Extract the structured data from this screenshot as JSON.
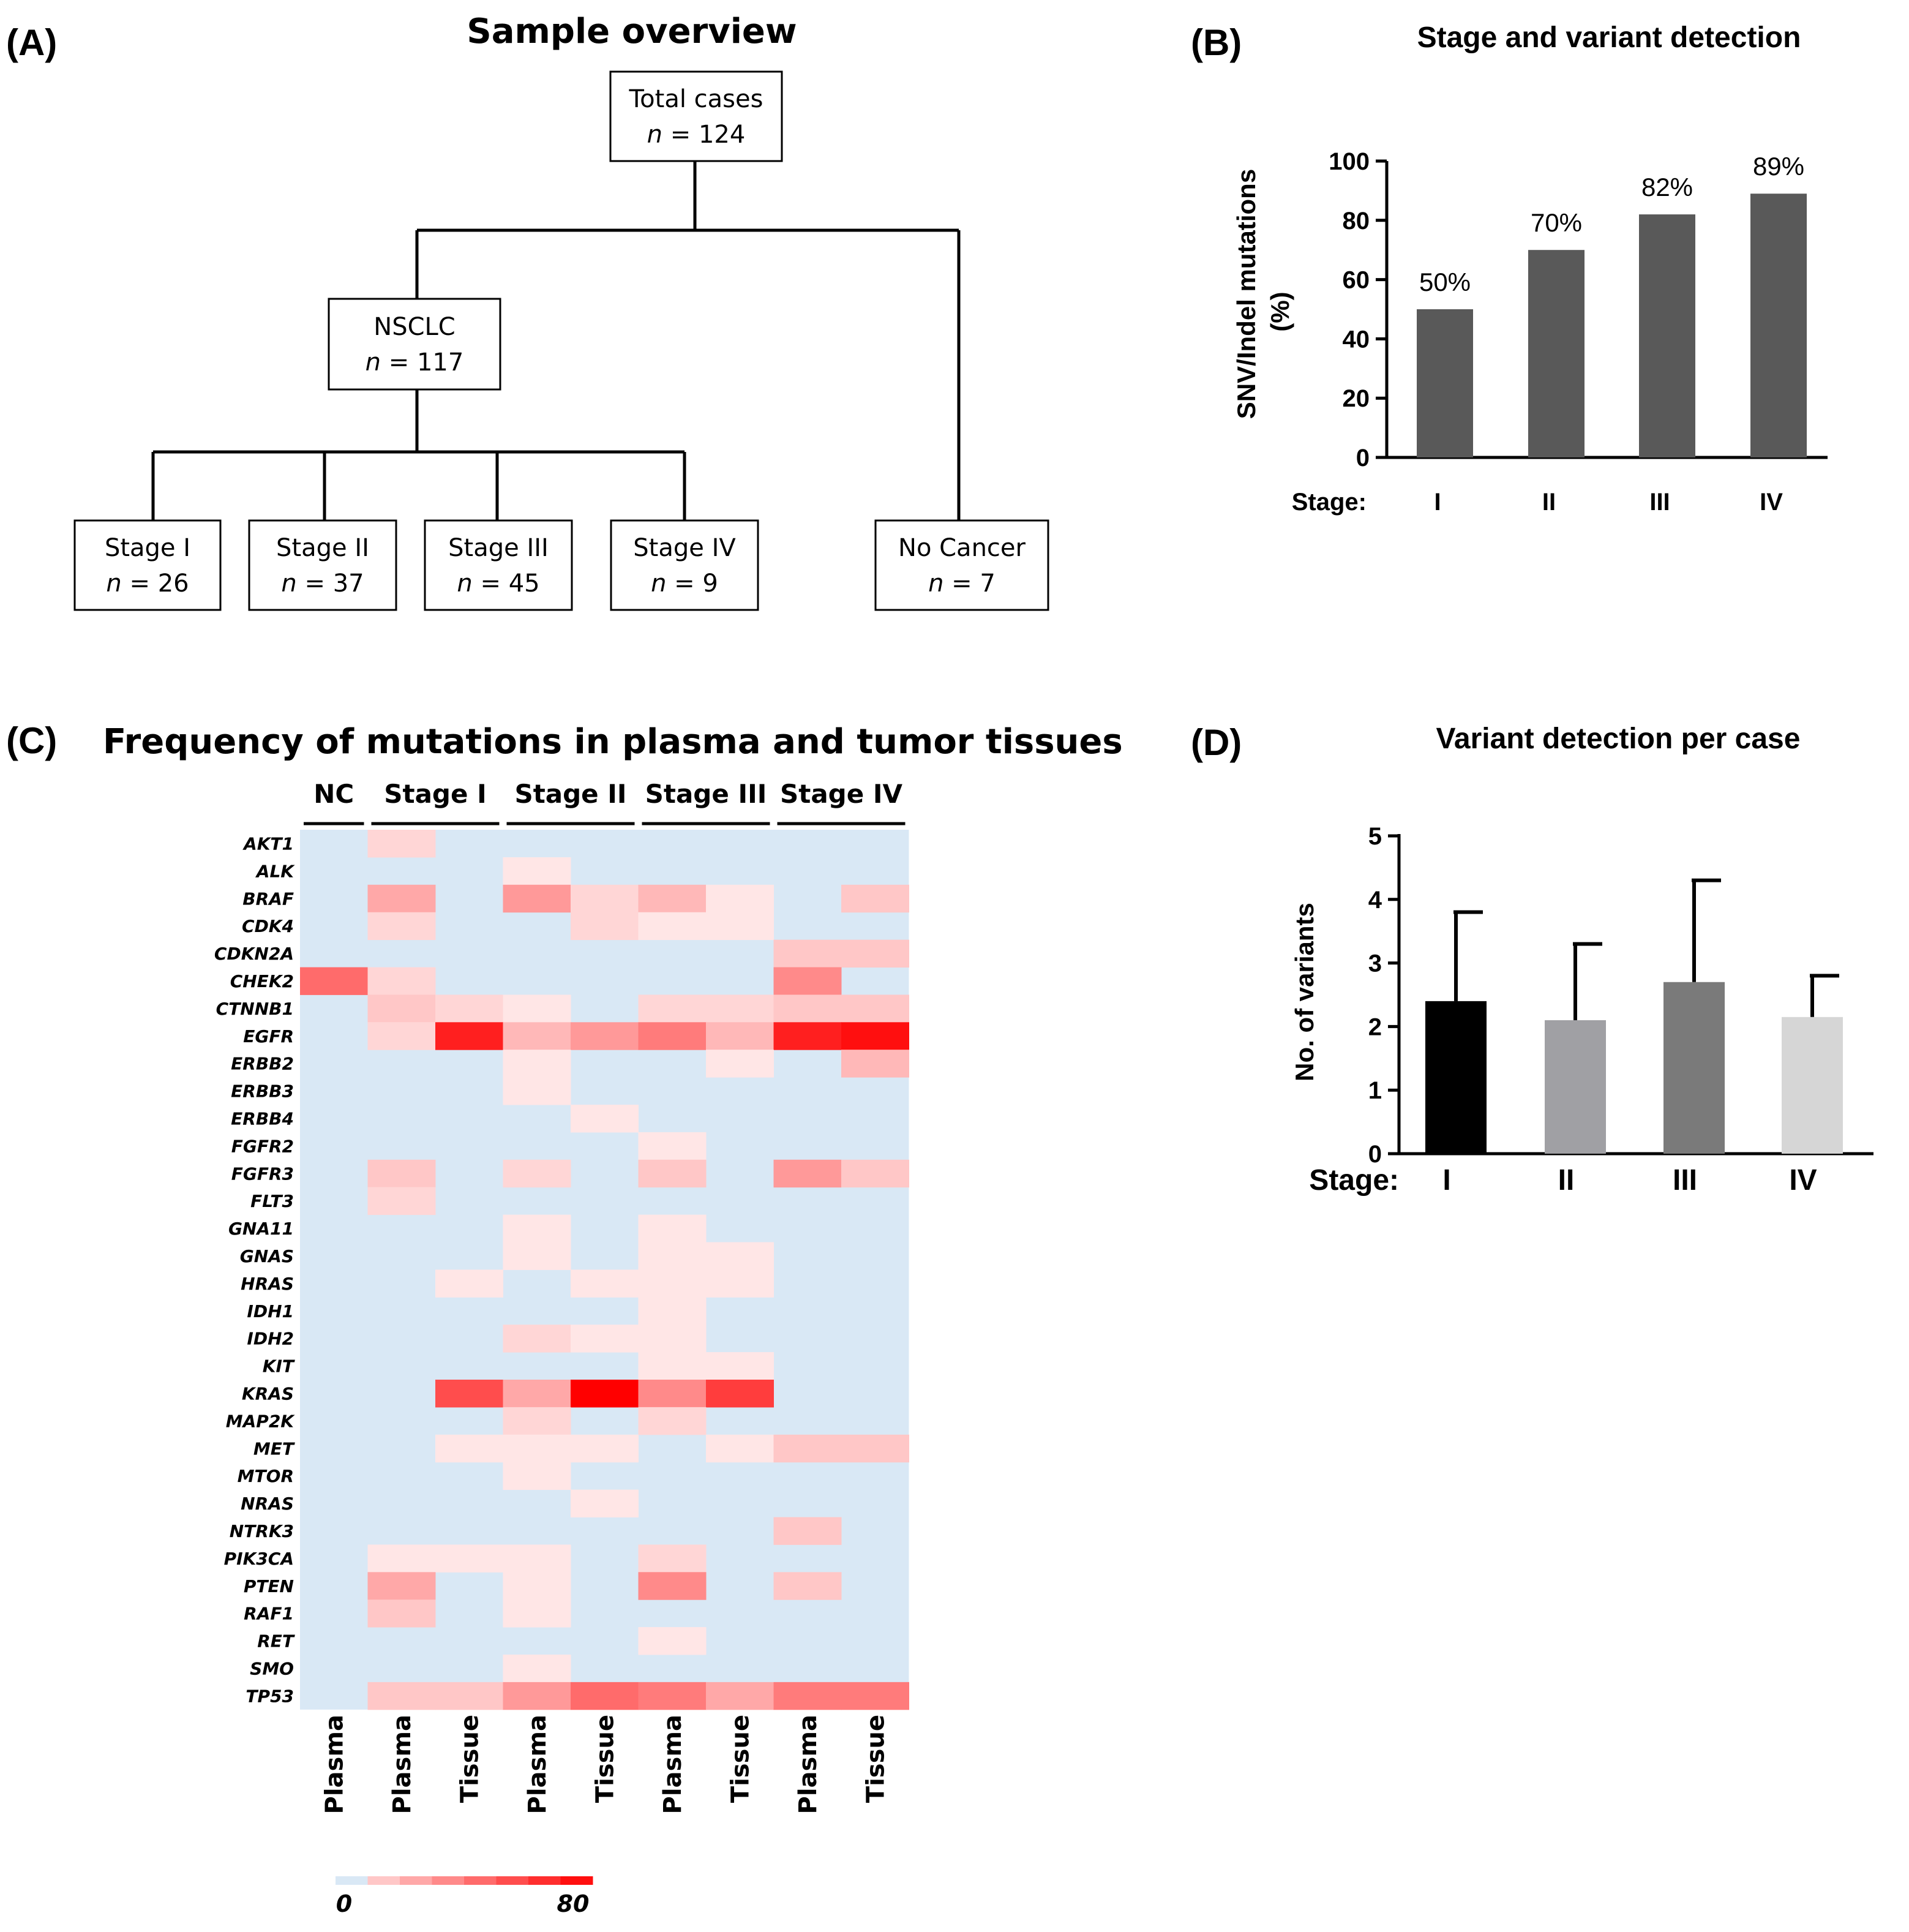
{
  "panel_a": {
    "label": "(A)",
    "title": "Sample overview",
    "total": {
      "line1": "Total cases",
      "n": "124"
    },
    "nsclc": {
      "line1": "NSCLC",
      "n": "117"
    },
    "stages": [
      {
        "line1": "Stage I",
        "n": "26"
      },
      {
        "line1": "Stage II",
        "n": "37"
      },
      {
        "line1": "Stage III",
        "n": "45"
      },
      {
        "line1": "Stage IV",
        "n": "9"
      }
    ],
    "no_cancer": {
      "line1": "No Cancer",
      "n": "7"
    },
    "n_symbol": "n",
    "eq_prefix": " = "
  },
  "chart_data": [
    {
      "type": "bar",
      "panel": "(B)",
      "title": "Stage and variant detection",
      "ylabel_line1": "SNV/Indel mutations",
      "ylabel_line2": "(%)",
      "xlabel": "Stage:",
      "categories": [
        "I",
        "II",
        "III",
        "IV"
      ],
      "values": [
        50,
        70,
        82,
        89
      ],
      "value_labels": [
        "50%",
        "70%",
        "82%",
        "89%"
      ],
      "yticks": [
        "0",
        "20",
        "40",
        "60",
        "80",
        "100"
      ],
      "ylim": [
        0,
        100
      ],
      "bar_color": "#595959"
    },
    {
      "type": "heatmap",
      "panel": "(C)",
      "title": "Frequency of mutations in plasma and tumor tissues",
      "groups": [
        {
          "label": "NC",
          "span": 1
        },
        {
          "label": "Stage I",
          "span": 2
        },
        {
          "label": "Stage II",
          "span": 2
        },
        {
          "label": "Stage III",
          "span": 2
        },
        {
          "label": "Stage IV",
          "span": 2
        }
      ],
      "columns": [
        "Plasma",
        "Plasma",
        "Tissue",
        "Plasma",
        "Tissue",
        "Plasma",
        "Tissue",
        "Plasma",
        "Tissue"
      ],
      "rows": [
        "AKT1",
        "ALK",
        "BRAF",
        "CDK4",
        "CDKN2A",
        "CHEK2",
        "CTNNB1",
        "EGFR",
        "ERBB2",
        "ERBB3",
        "ERBB4",
        "FGFR2",
        "FGFR3",
        "FLT3",
        "GNA11",
        "GNAS",
        "HRAS",
        "IDH1",
        "IDH2",
        "KIT",
        "KRAS",
        "MAP2K",
        "MET",
        "MTOR",
        "NRAS",
        "NTRK3",
        "PIK3CA",
        "PTEN",
        "RAF1",
        "RET",
        "SMO",
        "TP53"
      ],
      "values": [
        [
          0,
          10,
          0,
          0,
          0,
          0,
          0,
          0,
          0
        ],
        [
          0,
          0,
          0,
          5,
          0,
          0,
          0,
          0,
          0
        ],
        [
          0,
          25,
          0,
          30,
          10,
          20,
          5,
          0,
          15
        ],
        [
          0,
          10,
          0,
          0,
          10,
          5,
          5,
          0,
          0
        ],
        [
          0,
          0,
          0,
          0,
          0,
          0,
          0,
          15,
          15
        ],
        [
          45,
          10,
          0,
          0,
          0,
          0,
          0,
          35,
          0
        ],
        [
          0,
          15,
          10,
          5,
          0,
          10,
          10,
          15,
          15
        ],
        [
          0,
          10,
          70,
          20,
          30,
          40,
          20,
          70,
          75
        ],
        [
          0,
          0,
          0,
          5,
          0,
          0,
          5,
          0,
          20
        ],
        [
          0,
          0,
          0,
          5,
          0,
          0,
          0,
          0,
          0
        ],
        [
          0,
          0,
          0,
          0,
          5,
          0,
          0,
          0,
          0
        ],
        [
          0,
          0,
          0,
          0,
          0,
          5,
          0,
          0,
          0
        ],
        [
          0,
          15,
          0,
          10,
          0,
          15,
          0,
          30,
          15
        ],
        [
          0,
          10,
          0,
          0,
          0,
          0,
          0,
          0,
          0
        ],
        [
          0,
          0,
          0,
          5,
          0,
          5,
          0,
          0,
          0
        ],
        [
          0,
          0,
          0,
          5,
          0,
          5,
          5,
          0,
          0
        ],
        [
          0,
          0,
          5,
          0,
          5,
          5,
          5,
          0,
          0
        ],
        [
          0,
          0,
          0,
          0,
          0,
          5,
          0,
          0,
          0
        ],
        [
          0,
          0,
          0,
          10,
          5,
          5,
          0,
          0,
          0
        ],
        [
          0,
          0,
          0,
          0,
          0,
          5,
          5,
          0,
          0
        ],
        [
          0,
          0,
          55,
          25,
          80,
          35,
          60,
          0,
          0
        ],
        [
          0,
          0,
          0,
          10,
          0,
          10,
          0,
          0,
          0
        ],
        [
          0,
          0,
          5,
          5,
          5,
          0,
          5,
          15,
          15
        ],
        [
          0,
          0,
          0,
          5,
          0,
          0,
          0,
          0,
          0
        ],
        [
          0,
          0,
          0,
          0,
          5,
          0,
          0,
          0,
          0
        ],
        [
          0,
          0,
          0,
          0,
          0,
          0,
          0,
          15,
          0
        ],
        [
          0,
          5,
          5,
          5,
          0,
          10,
          0,
          0,
          0
        ],
        [
          0,
          25,
          0,
          5,
          0,
          35,
          0,
          15,
          0
        ],
        [
          0,
          15,
          0,
          5,
          0,
          0,
          0,
          0,
          0
        ],
        [
          0,
          0,
          0,
          0,
          0,
          5,
          0,
          0,
          0
        ],
        [
          0,
          0,
          0,
          5,
          0,
          0,
          0,
          0,
          0
        ],
        [
          0,
          15,
          15,
          30,
          45,
          40,
          25,
          40,
          40
        ]
      ],
      "legend_min": "0",
      "legend_max": "80",
      "range": [
        0,
        80
      ],
      "color_low": "#d9e8f5",
      "color_high": "#ff0000"
    },
    {
      "type": "bar",
      "panel": "(D)",
      "title": "Variant detection per case",
      "ylabel": "No. of variants",
      "xlabel": "Stage:",
      "categories": [
        "I",
        "II",
        "III",
        "IV"
      ],
      "values": [
        2.4,
        2.1,
        2.7,
        2.15
      ],
      "errors": [
        1.4,
        1.2,
        1.6,
        0.65
      ],
      "yticks": [
        "0",
        "1",
        "2",
        "3",
        "4",
        "5"
      ],
      "ylim": [
        0,
        5
      ],
      "bar_colors": [
        "#000000",
        "#a0a0a4",
        "#7a7a7a",
        "#d6d6d6"
      ]
    }
  ]
}
